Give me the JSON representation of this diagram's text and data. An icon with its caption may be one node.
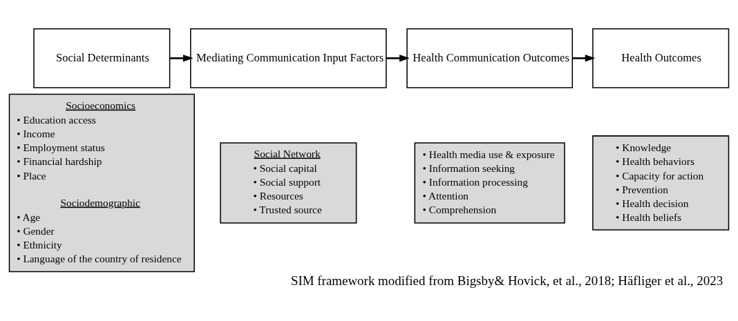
{
  "diagram": {
    "caption": "SIM framework modified from Bigsby& Hovick, et al., 2018; Häfliger et al., 2023",
    "nodes": [
      {
        "text": [
          "Social Determinants"
        ]
      },
      {
        "text": [
          "Socioeconomics",
          "• Education access",
          "• Income",
          "• Employment status",
          "• Financial hardship",
          "• Place",
          "Sociodemographic",
          "• Age",
          "• Gender",
          "• Ethnicity",
          "• Language of the country of residence"
        ]
      },
      {
        "text": [
          "Mediating Communication Input Factors"
        ]
      },
      {
        "text": [
          "Social Network",
          "• Social capital",
          "• Social support",
          "• Resources",
          "• Trusted source"
        ]
      },
      {
        "text": [
          "Health Communication Outcomes"
        ]
      },
      {
        "text": [
          "• Health media use & exposure",
          "• Information seeking",
          "• Information processing",
          "• Attention",
          "• Comprehension"
        ]
      },
      {
        "text": [
          "Health Outcomes"
        ]
      },
      {
        "text": [
          "• Knowledge",
          "• Health behaviors",
          "• Capacity for action",
          "• Prevention",
          "• Health decision",
          "• Health beliefs"
        ]
      }
    ],
    "edges": [
      {
        "from": 0,
        "to": 2,
        "arrow": "to"
      },
      {
        "from": 2,
        "to": 4,
        "arrow": "to"
      },
      {
        "from": 4,
        "to": 6,
        "arrow": "to"
      }
    ]
  }
}
